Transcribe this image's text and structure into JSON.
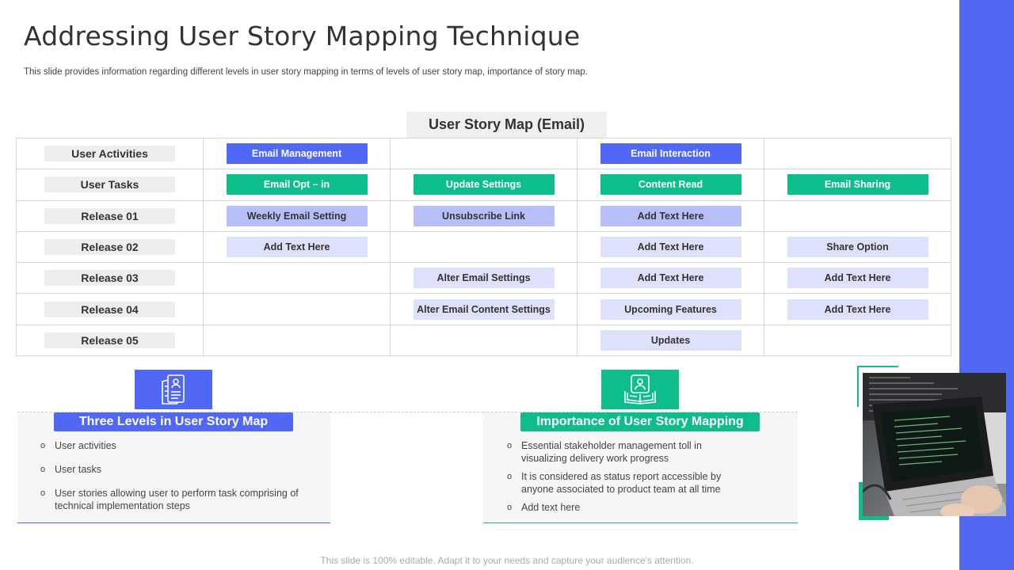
{
  "slide": {
    "title": "Addressing User Story Mapping Technique",
    "subtitle": "This slide provides information regarding different levels in user story mapping in terms of levels of user story map, importance of story map.",
    "footer": "This slide is 100% editable. Adapt it to your needs and capture your audience's attention."
  },
  "map": {
    "title": "User Story Map (Email)",
    "rows": [
      {
        "label": "User Activities",
        "cells": [
          "Email Management",
          "",
          "Email Interaction",
          ""
        ]
      },
      {
        "label": "User Tasks",
        "cells": [
          "Email Opt – in",
          "Update Settings",
          "Content Read",
          "Email Sharing"
        ]
      },
      {
        "label": "Release 01",
        "cells": [
          "Weekly Email Setting",
          "Unsubscribe Link",
          "Add Text Here",
          ""
        ]
      },
      {
        "label": "Release 02",
        "cells": [
          "Add Text Here",
          "",
          "Add Text Here",
          "Share Option"
        ]
      },
      {
        "label": "Release 03",
        "cells": [
          "",
          "Alter Email Settings",
          "Add Text Here",
          "Add Text Here"
        ]
      },
      {
        "label": "Release 04",
        "cells": [
          "",
          "Alter Email Content  Settings",
          "Upcoming Features",
          "Add Text Here"
        ]
      },
      {
        "label": "Release 05",
        "cells": [
          "",
          "",
          "Updates",
          ""
        ]
      }
    ]
  },
  "left_panel": {
    "icon": "document-user-icon",
    "heading": "Three Levels in User Story Map",
    "items": [
      "User activities",
      "User tasks",
      "User stories allowing user to perform  task comprising of technical implementation steps"
    ]
  },
  "right_panel": {
    "icon": "open-book-icon",
    "heading": "Importance of User Story Mapping",
    "items": [
      "Essential stakeholder  management  toll in visualizing delivery  work progress",
      "It is considered  as status report  accessible by anyone associated to product team at all time",
      "Add text here"
    ]
  },
  "colors": {
    "accent_blue": "#5068f5",
    "accent_green": "#0dbd8b",
    "release_1": "#b7bff8",
    "release_other": "#dde1fb"
  }
}
